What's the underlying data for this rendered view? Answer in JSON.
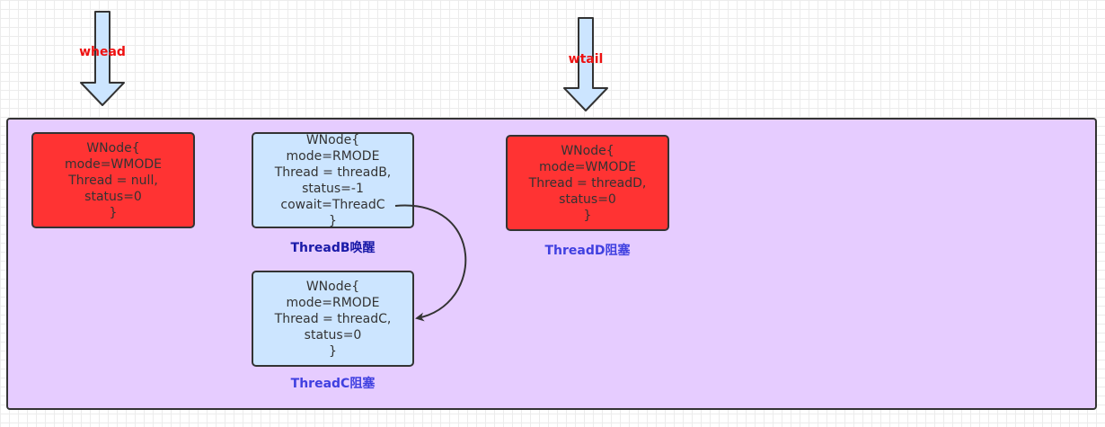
{
  "pointers": {
    "whead": {
      "label": "whead"
    },
    "wtail": {
      "label": "wtail"
    }
  },
  "nodes": {
    "node1": {
      "lines": [
        "WNode{",
        "mode=WMODE",
        "Thread = null,",
        "status=0",
        "}"
      ]
    },
    "node2": {
      "lines": [
        "WNode{",
        "mode=RMODE",
        "Thread = threadB,",
        "status=-1",
        "cowait=ThreadC",
        "}"
      ],
      "caption": "ThreadB唤醒"
    },
    "node3": {
      "lines": [
        "WNode{",
        "mode=RMODE",
        "Thread = threadC,",
        "status=0",
        "}"
      ],
      "caption": "ThreadC阻塞"
    },
    "node4": {
      "lines": [
        "WNode{",
        "mode=WMODE",
        "Thread = threadD,",
        "status=0",
        "}"
      ],
      "caption": "ThreadD阻塞"
    }
  },
  "colors": {
    "write_node": "#ff3333",
    "read_node": "#cce5ff",
    "queue_bg": "#e6ccff",
    "pointer_label": "#ee1111",
    "caption_dark": "#1a1aa8",
    "caption_blue": "#4040e0"
  }
}
